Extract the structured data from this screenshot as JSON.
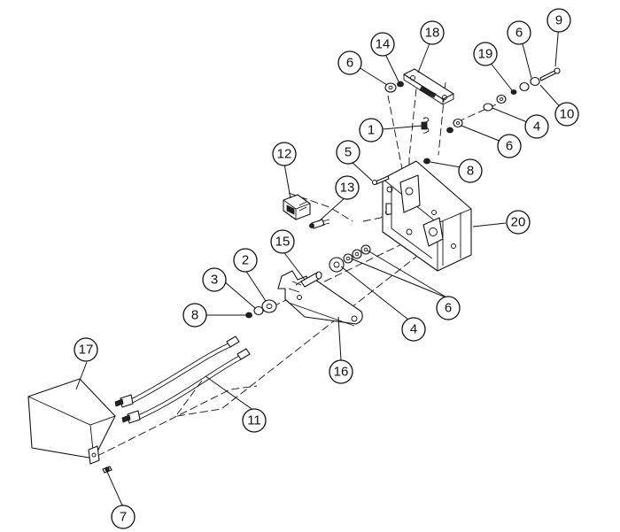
{
  "callouts": [
    {
      "id": "c1",
      "label": "1"
    },
    {
      "id": "c2",
      "label": "2"
    },
    {
      "id": "c3",
      "label": "3"
    },
    {
      "id": "c4a",
      "label": "4"
    },
    {
      "id": "c4b",
      "label": "4"
    },
    {
      "id": "c5",
      "label": "5"
    },
    {
      "id": "c6a",
      "label": "6"
    },
    {
      "id": "c6b",
      "label": "6"
    },
    {
      "id": "c6c",
      "label": "6"
    },
    {
      "id": "c6d",
      "label": "6"
    },
    {
      "id": "c7",
      "label": "7"
    },
    {
      "id": "c8a",
      "label": "8"
    },
    {
      "id": "c8b",
      "label": "8"
    },
    {
      "id": "c9",
      "label": "9"
    },
    {
      "id": "c10",
      "label": "10"
    },
    {
      "id": "c11",
      "label": "11"
    },
    {
      "id": "c12",
      "label": "12"
    },
    {
      "id": "c13",
      "label": "13"
    },
    {
      "id": "c14",
      "label": "14"
    },
    {
      "id": "c15",
      "label": "15"
    },
    {
      "id": "c16",
      "label": "16"
    },
    {
      "id": "c17",
      "label": "17"
    },
    {
      "id": "c18",
      "label": "18"
    },
    {
      "id": "c19",
      "label": "19"
    },
    {
      "id": "c20",
      "label": "20"
    }
  ]
}
